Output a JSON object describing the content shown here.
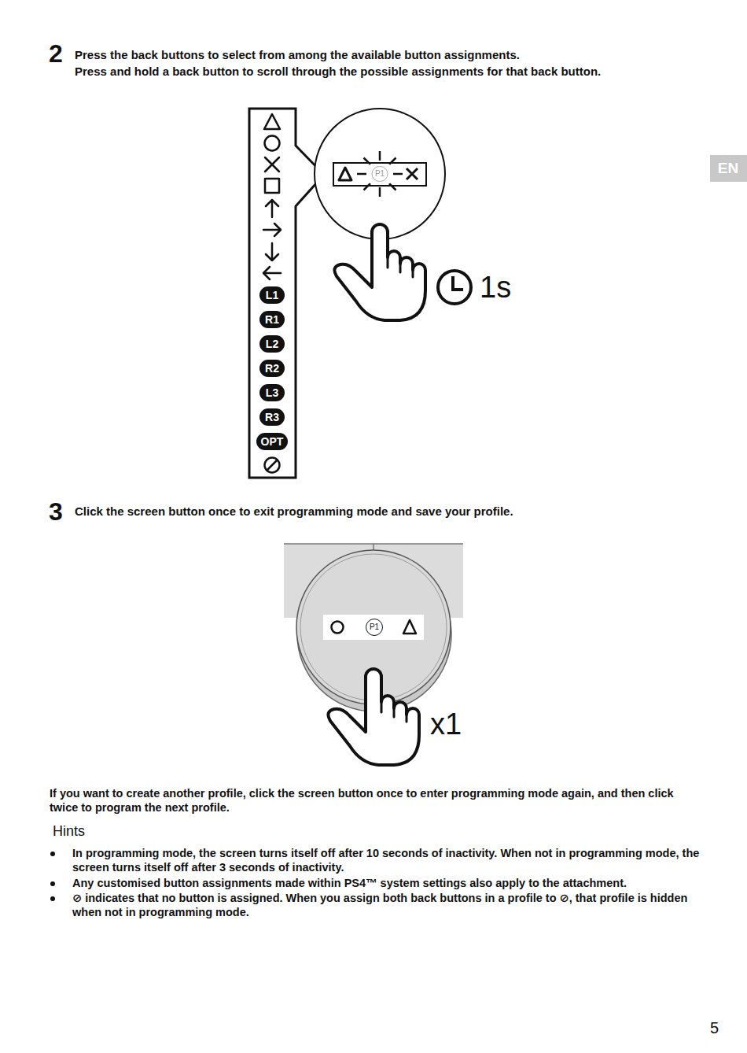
{
  "diagram": {
    "labels": [
      "EN",
      "2",
      "Press the back buttons to select from among the available button assignments.",
      "Press and hold a back button to scroll through the possible assignments for that back button.",
      "P1",
      "L1",
      "R1",
      "L2",
      "R2",
      "L3",
      "R3",
      "OPT",
      "1s",
      "3",
      "Click the screen button once to exit programming mode and save your profile.",
      "P1",
      "x1",
      "If you want to create another profile, click the screen button once to enter programming mode again, and then click twice to program the next profile.",
      "Hints",
      "In programming mode, the screen turns itself off after 10 seconds of inactivity. When not in programming mode, the screen turns itself off after 3 seconds of inactivity.",
      "Any customised button assignments made within PS4™ system settings also apply to the attachment.",
      "⊘ indicates that no button is assigned. When you assign both back buttons in a profile to ⊘, that profile is hidden when not in programming mode.",
      "5"
    ]
  }
}
